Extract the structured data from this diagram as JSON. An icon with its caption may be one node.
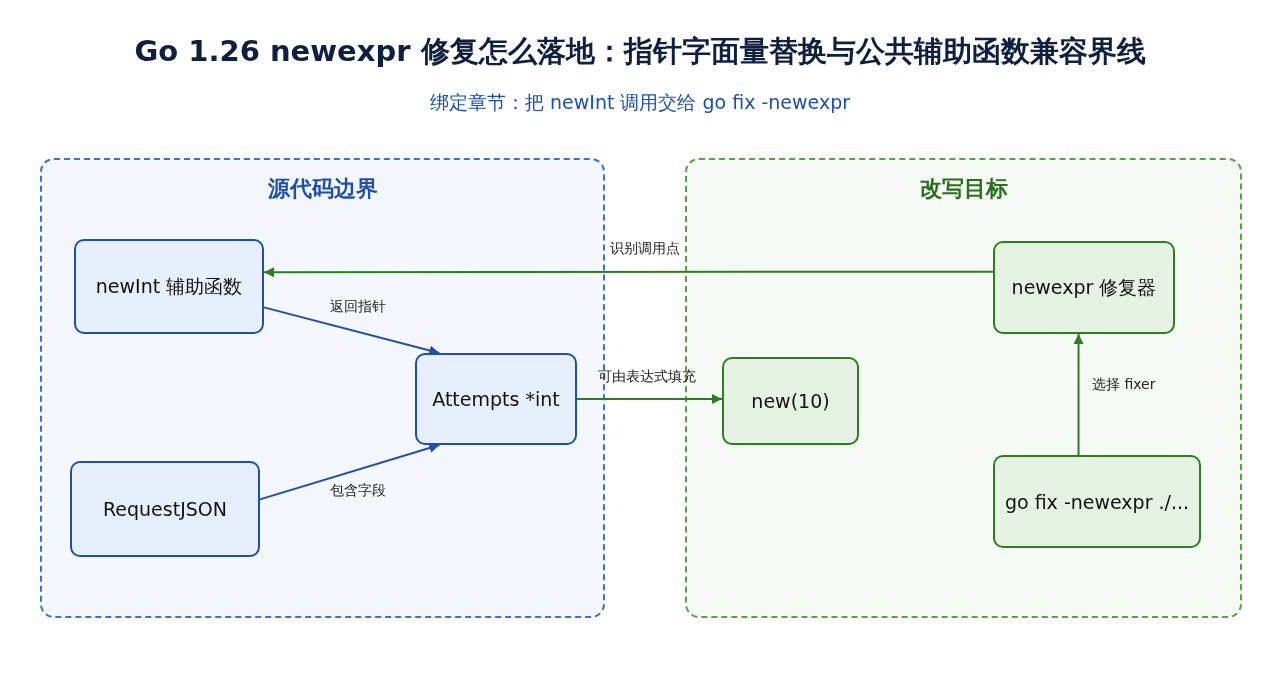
{
  "diagram": {
    "title": "Go 1.26 newexpr 修复怎么落地：指针字面量替换与公共辅助函数兼容界线",
    "nodes": [
      {
        "text": [
          "源代码边界"
        ]
      },
      {
        "text": [
          "newInt 辅助函数"
        ],
        "in": 0
      },
      {
        "text": [
          "Attempts *int"
        ],
        "in": 0
      },
      {
        "text": [
          "RequestJSON"
        ],
        "in": 0
      },
      {
        "text": [
          "改写目标"
        ]
      },
      {
        "text": [
          "newexpr 修复器"
        ],
        "in": 4
      },
      {
        "text": [
          "new(10)"
        ],
        "in": 4
      },
      {
        "text": [
          "go fix -newexpr ./..."
        ],
        "in": 4
      }
    ],
    "edges": [
      {
        "from": 5,
        "to": 1,
        "arrow": "to",
        "label": "识别调用点"
      },
      {
        "from": 1,
        "to": 2,
        "arrow": "to",
        "label": "返回指针",
        "color": "#1f4fa8"
      },
      {
        "from": 3,
        "to": 2,
        "arrow": "to",
        "label": "包含字段",
        "color": "#1f4fa8"
      },
      {
        "from": 2,
        "to": 6,
        "arrow": "to",
        "label": "可由表达式填充"
      },
      {
        "from": 7,
        "to": 5,
        "arrow": "to",
        "label": "选择 fixer"
      }
    ],
    "labels": [
      "绑定章节：把 newInt 调用交给 go fix -newexpr"
    ]
  }
}
